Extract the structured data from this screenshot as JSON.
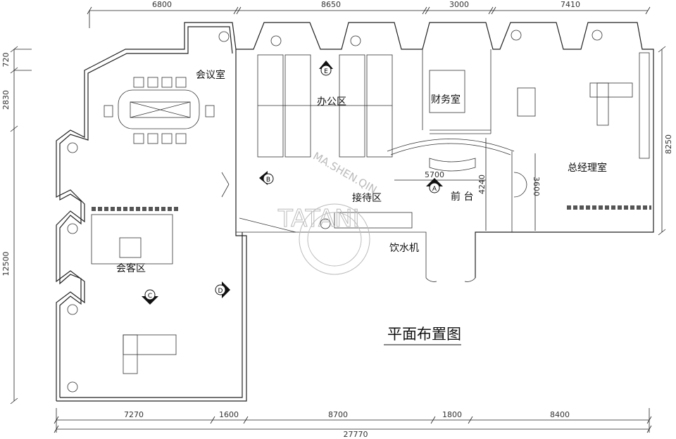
{
  "title": "平面布置图",
  "rooms": {
    "meeting": "会议室",
    "office": "办公区",
    "finance": "财务室",
    "gm": "总经理室",
    "reception": "接待区",
    "front_desk": "前 台",
    "lounge": "会客区",
    "water": "饮水机"
  },
  "markers": {
    "a": "A",
    "b": "B",
    "c": "C",
    "d": "D",
    "e": "E"
  },
  "dimensions": {
    "top": [
      "6800",
      "8650",
      "3000",
      "7410"
    ],
    "bottom": [
      "7270",
      "1600",
      "8700",
      "1800",
      "8400"
    ],
    "total": "27770",
    "left": [
      "720",
      "2830",
      "12500"
    ],
    "right": "8250",
    "inner": {
      "width_front": "5700",
      "height_front": "4240",
      "height_gm": "3600"
    }
  },
  "watermark": {
    "line1": "MA.SHEN.QIN",
    "line2": "TATANI"
  }
}
